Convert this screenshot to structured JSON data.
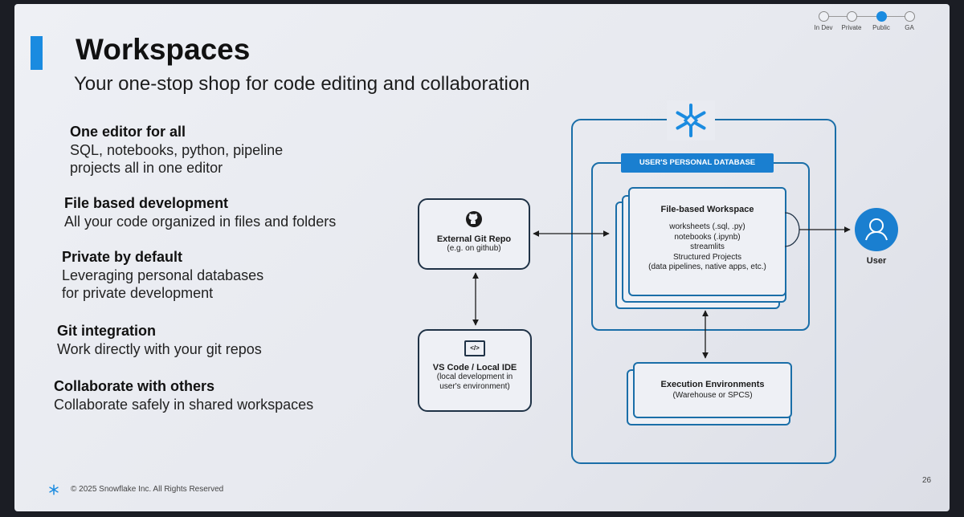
{
  "slide": {
    "title": "Workspaces",
    "subtitle": "Your one-stop shop for code editing and collaboration",
    "stages": [
      {
        "label": "In Dev",
        "active": false
      },
      {
        "label": "Private",
        "active": false
      },
      {
        "label": "Public",
        "active": true
      },
      {
        "label": "GA",
        "active": false
      }
    ],
    "features": [
      {
        "heading": "One editor for all",
        "description": "SQL, notebooks, python, pipeline\nprojects all in one editor"
      },
      {
        "heading": "File based development",
        "description": "All your code organized in files and folders"
      },
      {
        "heading": "Private by default",
        "description": "Leveraging personal databases\nfor private development"
      },
      {
        "heading": "Git integration",
        "description": "Work directly with your git repos"
      },
      {
        "heading": "Collaborate with others",
        "description": "Collaborate safely in shared workspaces"
      }
    ],
    "footer": "© 2025 Snowflake Inc. All Rights Reserved",
    "page_number": "26"
  },
  "diagram": {
    "git_repo": {
      "name": "External Git Repo",
      "sub": "(e.g. on github)"
    },
    "vscode": {
      "name": "VS Code / Local IDE",
      "sub": "(local development in\nuser's environment)",
      "icon_text": "</>"
    },
    "db_label": "USER'S PERSONAL DATABASE",
    "workspace": {
      "name": "File-based Workspace",
      "items": [
        "worksheets (.sql, .py)",
        "notebooks (.ipynb)",
        "streamlits",
        "Structured Projects",
        "(data pipelines, native apps, etc.)"
      ]
    },
    "execution": {
      "name": "Execution Environments",
      "sub": "(Warehouse or SPCS)"
    },
    "user_label": "User"
  },
  "colors": {
    "accent": "#1a8be0",
    "line": "#1a6ea8",
    "dark": "#1f3246"
  }
}
